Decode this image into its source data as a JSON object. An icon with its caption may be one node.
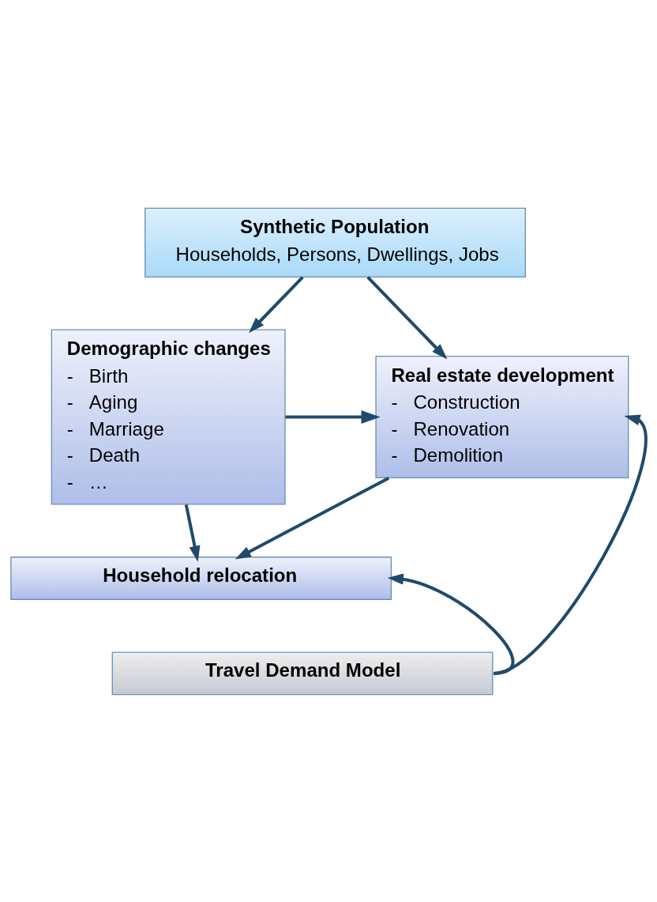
{
  "diagram": {
    "nodes": [
      {
        "text": [
          "Synthetic Population",
          "Households, Persons, Dwellings, Jobs"
        ]
      },
      {
        "text": [
          "Demographic changes",
          "-   Birth",
          "-   Aging",
          "-   Marriage",
          "-   Death",
          "-   …"
        ]
      },
      {
        "text": [
          "Real estate development",
          "-   Construction",
          "-   Renovation",
          "-   Demolition"
        ]
      },
      {
        "text": [
          "Household relocation"
        ]
      },
      {
        "text": [
          "Travel Demand Model"
        ]
      }
    ],
    "edges": [
      {
        "from": 0,
        "to": 1,
        "arrow": "to"
      },
      {
        "from": 0,
        "to": 2,
        "arrow": "to"
      },
      {
        "from": 1,
        "to": 2,
        "arrow": "to"
      },
      {
        "from": 1,
        "to": 3,
        "arrow": "to"
      },
      {
        "from": 2,
        "to": 3,
        "arrow": "to"
      },
      {
        "from": 4,
        "to": 2,
        "arrow": "to"
      },
      {
        "from": 4,
        "to": 3,
        "arrow": "to"
      }
    ]
  }
}
